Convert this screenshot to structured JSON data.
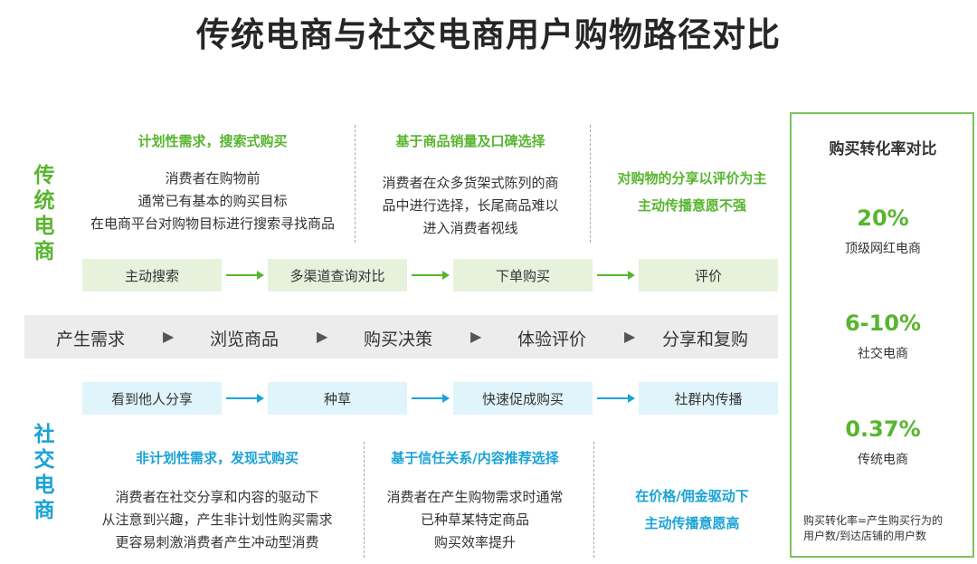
{
  "title": "传统电商与社交电商用户购物路径对比",
  "traditional": {
    "side_label": [
      "传",
      "统",
      "电",
      "商"
    ],
    "columns": [
      {
        "header": "计划性需求，搜索式购买",
        "lines": [
          "消费者在购物前",
          "通常已有基本的购买目标",
          "在电商平台对购物目标进行搜索寻找商品"
        ]
      },
      {
        "header": "基于商品销量及口碑选择",
        "lines": [
          "消费者在众多货架式陈列的商",
          "品中进行选择，长尾商品难以",
          "进入消费者视线"
        ]
      },
      {
        "header_lines": [
          "对购物的分享以评价为主",
          "主动传播意愿不强"
        ]
      }
    ],
    "steps": [
      "主动搜索",
      "多渠道查询对比",
      "下单购买",
      "评价"
    ]
  },
  "stages": [
    "产生需求",
    "浏览商品",
    "购买决策",
    "体验评价",
    "分享和复购"
  ],
  "stage_separator": "▶",
  "social": {
    "side_label": [
      "社",
      "交",
      "电",
      "商"
    ],
    "steps": [
      "看到他人分享",
      "种草",
      "快速促成购买",
      "社群内传播"
    ],
    "columns": [
      {
        "header": "非计划性需求，发现式购买",
        "lines": [
          "消费者在社交分享和内容的驱动下",
          "从注意到兴趣，产生非计划性购买需求",
          "更容易刺激消费者产生冲动型消费"
        ]
      },
      {
        "header": "基于信任关系/内容推荐选择",
        "lines": [
          "消费者在产生购物需求时通常",
          "已种草某特定商品",
          "购买效率提升"
        ]
      },
      {
        "header_lines": [
          "在价格/佣金驱动下",
          "主动传播意愿高"
        ]
      }
    ]
  },
  "conversion": {
    "title": "购买转化率对比",
    "items": [
      {
        "value": "20%",
        "label": "顶级网红电商"
      },
      {
        "value": "6-10%",
        "label": "社交电商"
      },
      {
        "value": "0.37%",
        "label": "传统电商"
      }
    ],
    "note_lines": [
      "购买转化率=产生购买行为的",
      "用户数/到达店铺的用户数"
    ]
  },
  "colors": {
    "green": "#58b52f",
    "blue": "#1aa3d6",
    "green_box": "#e6f2dc",
    "blue_box": "#e0f4fb",
    "stage_bar": "#ececec",
    "panel_border": "#7cc35b"
  }
}
